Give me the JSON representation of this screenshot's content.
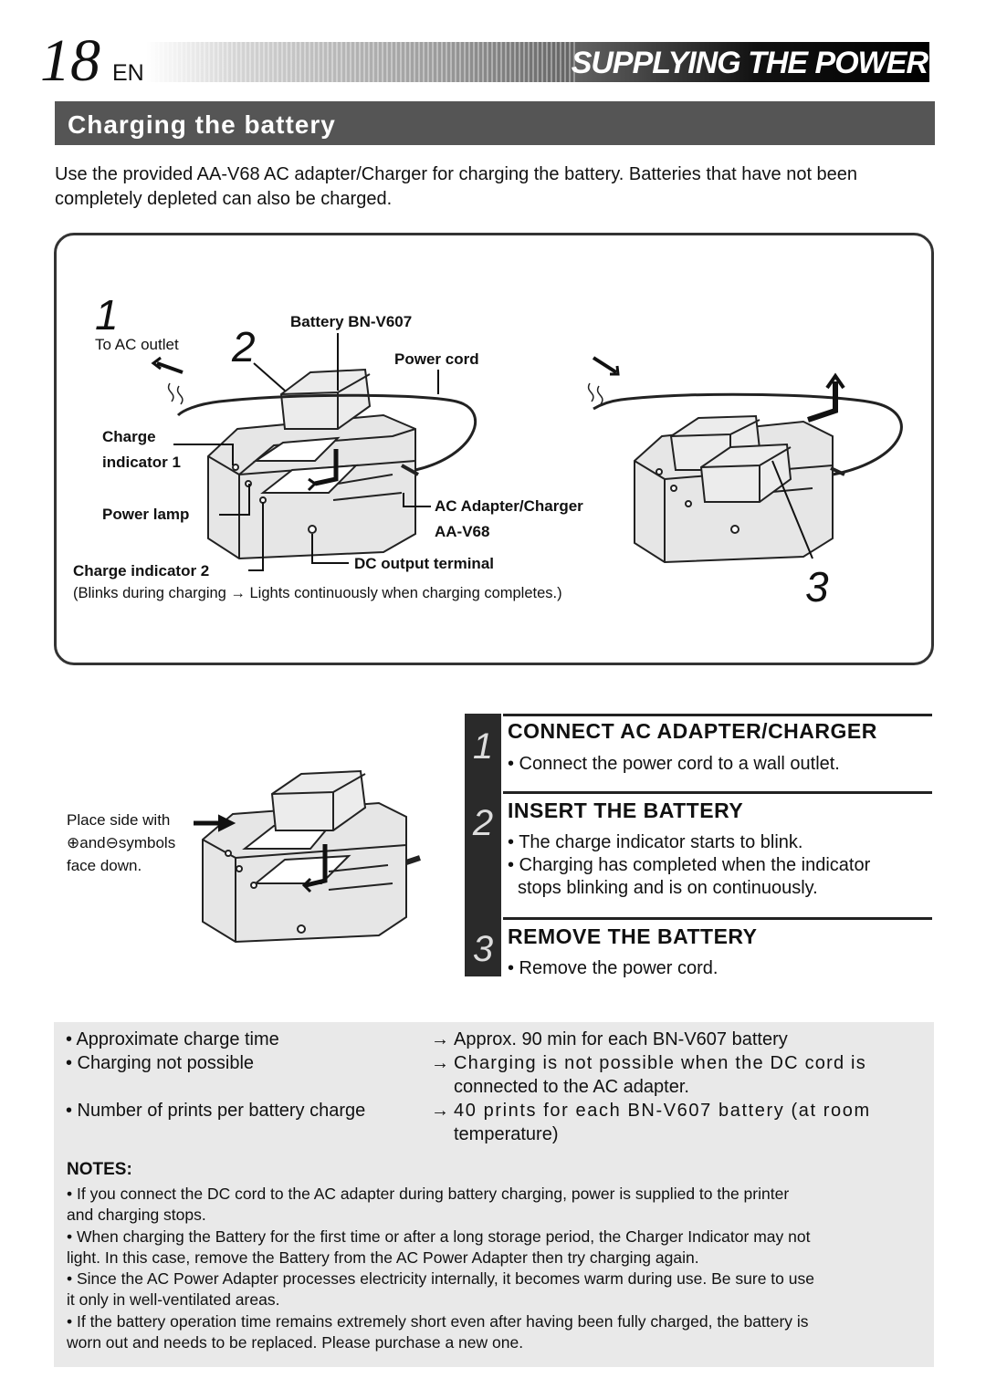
{
  "header": {
    "page_number": "18",
    "language": "EN",
    "section_title": "SUPPLYING THE POWER"
  },
  "subheading": "Charging the battery",
  "intro": "Use the provided AA-V68 AC adapter/Charger for charging the battery. Batteries that have not been completely depleted can also be charged.",
  "figure": {
    "step1": "1",
    "step2": "2",
    "step3": "3",
    "to_ac_outlet": "To AC outlet",
    "battery_label": "Battery BN-V607",
    "power_cord": "Power cord",
    "charge_label_1": "Charge",
    "indicator_1": "indicator 1",
    "power_lamp": "Power lamp",
    "ac_adapter_charger": "AC Adapter/Charger",
    "ac_model": "AA-V68",
    "dc_output": "DC output terminal",
    "charge_indicator_2": "Charge indicator 2",
    "blink_note": "(Blinks during charging → Lights continuously when charging completes.)"
  },
  "side_figure": {
    "line1": "Place side with",
    "line2": "⊕and⊖symbols",
    "line3": "face down."
  },
  "steps": [
    {
      "num": "1",
      "title": "CONNECT AC ADAPTER/CHARGER",
      "lines": [
        "• Connect the power cord to a wall outlet."
      ]
    },
    {
      "num": "2",
      "title": "INSERT THE BATTERY",
      "lines": [
        "• The charge indicator starts to blink.",
        "• Charging has completed when the indicator",
        "   stops blinking and is on continuously."
      ]
    },
    {
      "num": "3",
      "title": "REMOVE THE BATTERY",
      "lines": [
        "• Remove the power cord."
      ]
    }
  ],
  "specs": [
    {
      "label": "• Approximate charge time",
      "arrow": "→",
      "value": [
        "Approx. 90 min for each BN-V607 battery"
      ]
    },
    {
      "label": "• Charging not possible",
      "arrow": "→",
      "value": [
        "Charging is not possible when the DC cord is",
        "connected to the AC adapter."
      ]
    },
    {
      "label": "• Number of prints per battery charge",
      "arrow": "→",
      "value": [
        "40 prints for each BN-V607 battery (at room",
        "temperature)"
      ]
    }
  ],
  "notes_title": "NOTES:",
  "notes": [
    [
      "• If you connect the DC cord to the AC adapter during battery charging, power is supplied to the printer",
      "   and charging stops."
    ],
    [
      "• When charging the Battery for the first time or after a long storage period, the Charger Indicator may not",
      "   light. In this case, remove the Battery from the AC Power Adapter then try charging again."
    ],
    [
      "• Since the AC Power Adapter processes electricity internally, it becomes warm during use. Be sure to use",
      "   it only in well-ventilated areas."
    ],
    [
      "• If the battery operation time remains extremely short even after having been fully charged, the battery is",
      "   worn out and needs to be replaced. Please purchase a new one."
    ]
  ]
}
